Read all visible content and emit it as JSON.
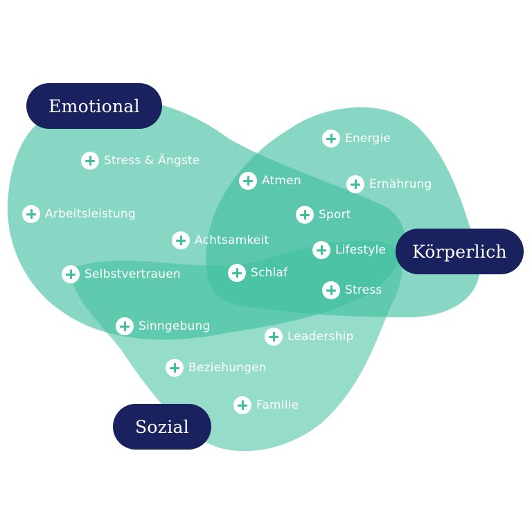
{
  "categories": {
    "emotional": "Emotional",
    "koerperlich": "Körperlich",
    "sozial": "Sozial"
  },
  "items": [
    "Energie",
    "Stress & Ängste",
    "Atmen",
    "Ernährung",
    "Arbeitsleistung",
    "Sport",
    "Achtsamkeit",
    "Lifestyle",
    "Selbstvertrauen",
    "Schlaf",
    "Stress",
    "Sinngebung",
    "Leadership",
    "Beziehungen",
    "Familie"
  ],
  "colors": {
    "blob": "#3fbf9f",
    "pill": "#19225e",
    "plus": "#3dbf9a"
  },
  "icon": "plus-icon"
}
